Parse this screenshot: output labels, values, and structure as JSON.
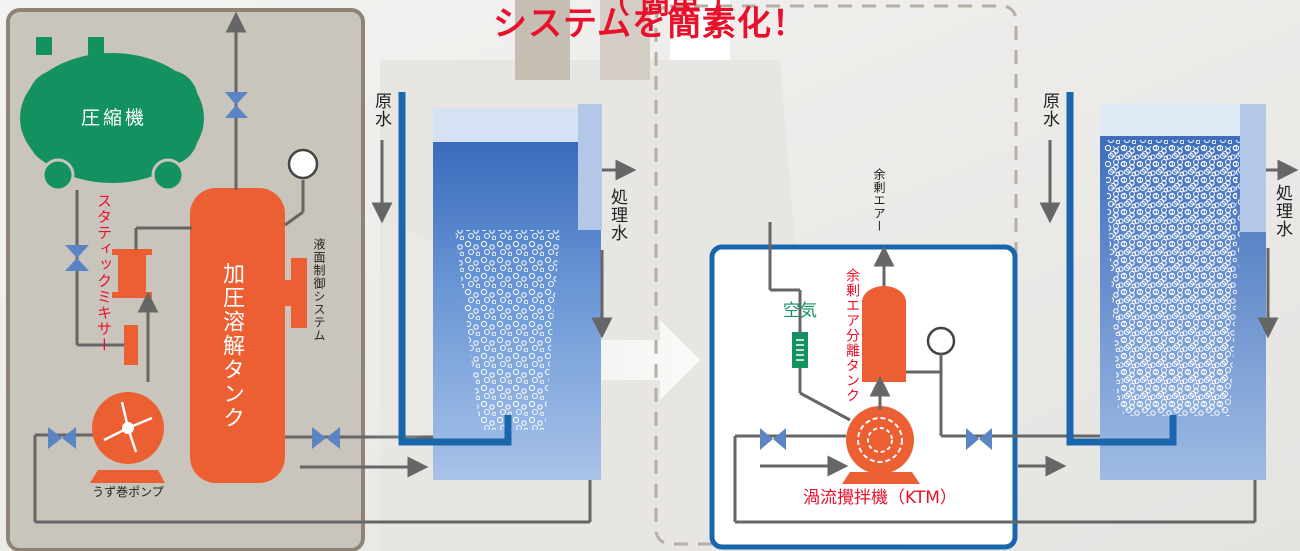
{
  "headline": {
    "partial": "（ 簡単 ）",
    "main": "システムを簡素化！"
  },
  "conventional": {
    "compressor": "圧縮機",
    "static_mixer": "スタティックミキサー",
    "pressure_tank": "加圧溶解タンク",
    "level_control": "液面制御システム",
    "pump": "うず巻ポンプ"
  },
  "labels": {
    "raw_water": "原水",
    "treated_water": "処理水",
    "air": "空気",
    "excess_air": "余剰エアー",
    "excess_air_tank": "余剰エア分離タンク",
    "ktm": "渦流攪拌機（KTM）"
  },
  "colors": {
    "accent_red": "#e8102a",
    "tank_orange": "#ec5f33",
    "compressor_green": "#149160",
    "valve_blue": "#5b84c4",
    "pipe_gray": "#666666",
    "panel_gray": "#c9c4bc",
    "panel_border": "#8f8377",
    "frame_blue": "#1a66ad",
    "water_blue": "#5d8fd0",
    "air_green": "#149160"
  },
  "icons": [
    "valve-icon",
    "pressure-gauge-icon",
    "flow-arrow-icon",
    "air-flowmeter-icon",
    "swirl-pump-icon"
  ]
}
